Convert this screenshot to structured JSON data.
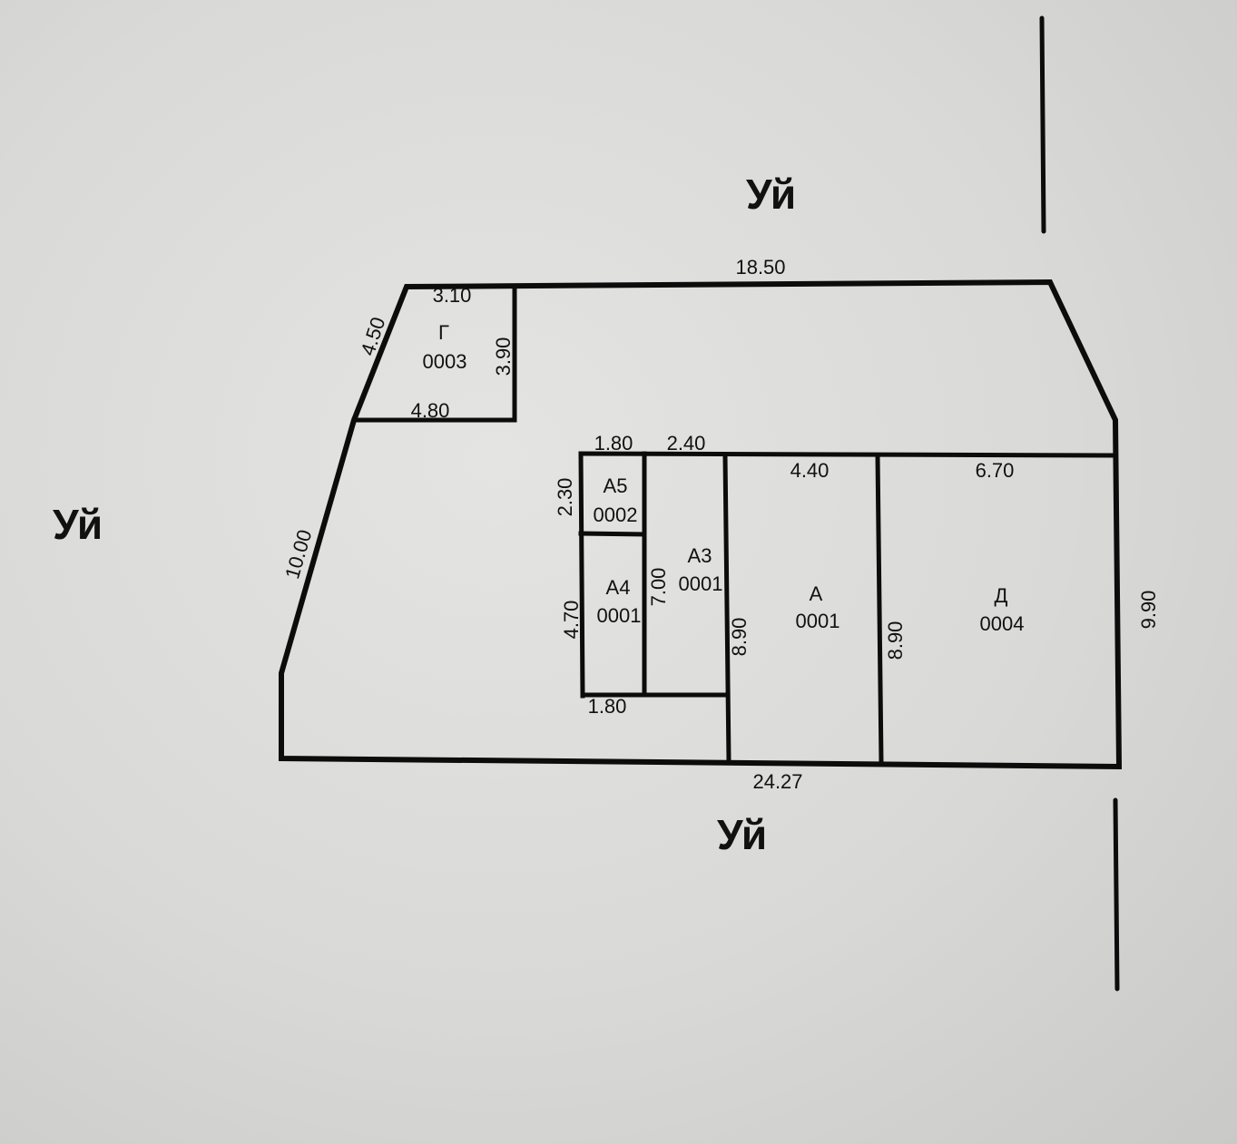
{
  "neighbors": {
    "top": "Уй",
    "left": "Уй",
    "bottom": "Уй"
  },
  "rooms": {
    "g": {
      "name": "Г",
      "code": "0003"
    },
    "a5": {
      "name": "А5",
      "code": "0002"
    },
    "a4": {
      "name": "А4",
      "code": "0001"
    },
    "a3": {
      "name": "А3",
      "code": "0001"
    },
    "a": {
      "name": "А",
      "code": "0001"
    },
    "d": {
      "name": "Д",
      "code": "0004"
    }
  },
  "dimensions": {
    "top_total": "18.50",
    "bottom_total": "24.27",
    "left_upper_diag": "4.50",
    "left_lower_diag": "10.00",
    "right_side": "9.90",
    "g_top": "3.10",
    "g_right": "3.90",
    "g_bottom": "4.80",
    "a5_top": "1.80",
    "a3_top": "2.40",
    "a_top": "4.40",
    "d_top": "6.70",
    "a5_left": "2.30",
    "a4_left": "4.70",
    "a3_left": "7.00",
    "a_left": "8.90",
    "d_left": "8.90",
    "a4_bottom": "1.80"
  }
}
